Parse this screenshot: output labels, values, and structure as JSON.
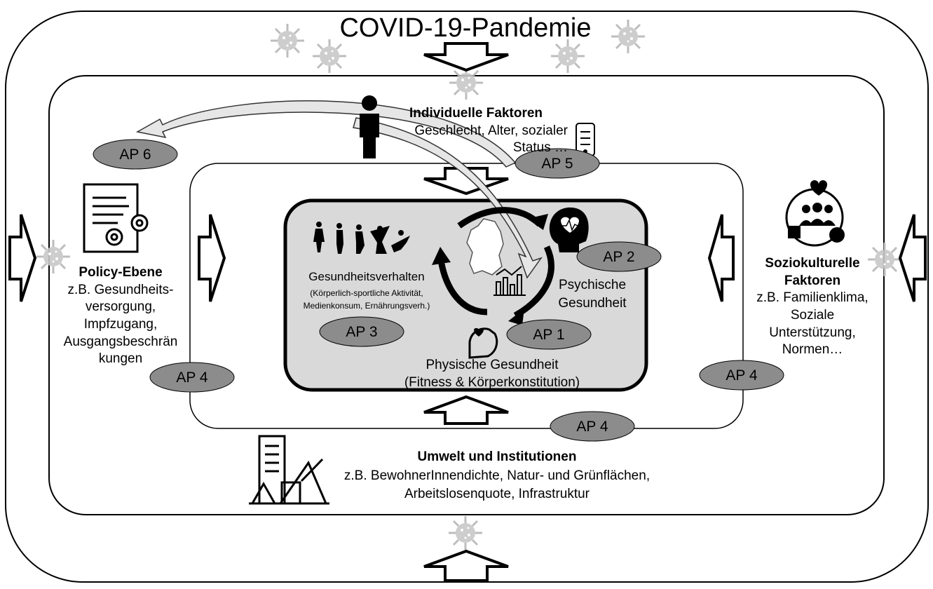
{
  "title": "COVID-19-Pandemie",
  "individual": {
    "heading": "Individuelle Faktoren",
    "body": "Geschlecht, Alter, sozialer Status …"
  },
  "policy": {
    "heading": "Policy-Ebene",
    "body": "z.B. Gesundheits-versorgung, Impfzugang, Ausgangsbeschrän kungen"
  },
  "sociocultural": {
    "heading": "Soziokulturelle Faktoren",
    "body": "z.B. Familienklima, Soziale Unterstützung, Normen…"
  },
  "environment": {
    "heading": "Umwelt und Institutionen",
    "body_line1": "z.B. BewohnerInnendichte, Natur- und Grünflächen,",
    "body_line2": "Arbeitslosenquote, Infrastruktur"
  },
  "core": {
    "behavior_heading": "Gesundheitsverhalten",
    "behavior_detail_line1": "(Körperlich-sportliche Aktivität,",
    "behavior_detail_line2": "Medienkonsum, Ernährungsverh.)",
    "mental_line1": "Psychische",
    "mental_line2": "Gesundheit",
    "physical_line1": "Physische Gesundheit",
    "physical_line2": "(Fitness & Körperkonstitution)"
  },
  "badges": {
    "ap1": "AP 1",
    "ap2": "AP 2",
    "ap3": "AP 3",
    "ap4_left": "AP 4",
    "ap4_right": "AP 4",
    "ap4_bottom": "AP 4",
    "ap5": "AP 5",
    "ap6": "AP 6"
  },
  "colors": {
    "badge_fill": "#8c8c8c",
    "core_fill": "#d9d9d9",
    "stroke": "#000000",
    "curved_arrow_fill": "#e6e6e6"
  },
  "icons": [
    "virus-icon",
    "person-icon",
    "smartphone-checklist-icon",
    "policy-document-icon",
    "community-icon",
    "city-building-icon",
    "germany-map-icon",
    "bar-chart-icon",
    "activity-figures-icon",
    "head-heart-icon",
    "flexed-arm-icon"
  ]
}
